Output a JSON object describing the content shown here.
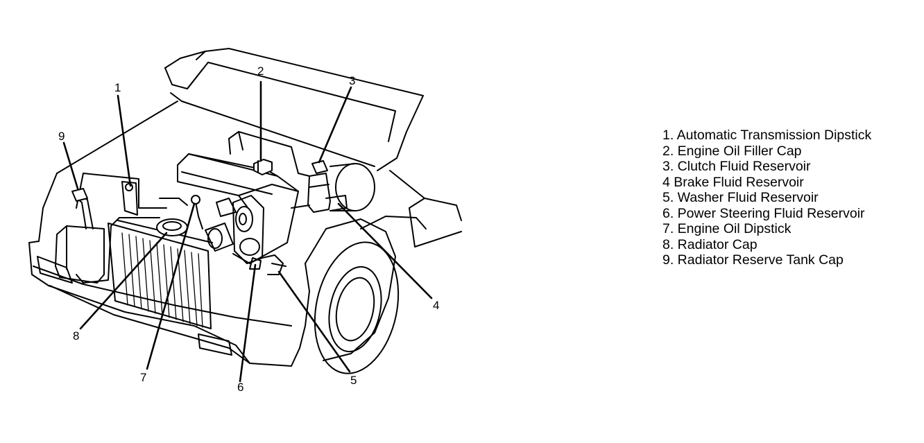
{
  "callouts": [
    "1",
    "2",
    "3",
    "4",
    "5",
    "6",
    "7",
    "8",
    "9"
  ],
  "legend": [
    "1. Automatic Transmission Dipstick",
    "2. Engine Oil Filler Cap",
    "3. Clutch Fluid Reservoir",
    "4  Brake Fluid Reservoir",
    "5. Washer Fluid Reservoir",
    "6. Power Steering Fluid Reservoir",
    "7. Engine Oil Dipstick",
    "8. Radiator Cap",
    "9. Radiator Reserve Tank Cap"
  ]
}
